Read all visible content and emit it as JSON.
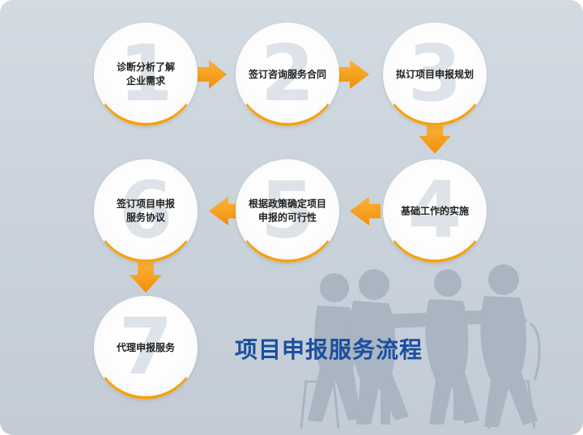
{
  "title": "项目申报服务流程",
  "steps": [
    {
      "number": "1",
      "label": "诊断分析了解\n企业需求"
    },
    {
      "number": "2",
      "label": "签订咨询服务合同"
    },
    {
      "number": "3",
      "label": "拟订项目申报规划"
    },
    {
      "number": "4",
      "label": "基础工作的实施"
    },
    {
      "number": "5",
      "label": "根据政策确定项目\n申报的可行性"
    },
    {
      "number": "6",
      "label": "签订项目申报\n服务协议"
    },
    {
      "number": "7",
      "label": "代理申报服务"
    }
  ],
  "colors": {
    "accent": "#f6a10f",
    "title": "#1a4fa0",
    "background": "#cad3dc",
    "silhouette": "#a7b3bf"
  }
}
